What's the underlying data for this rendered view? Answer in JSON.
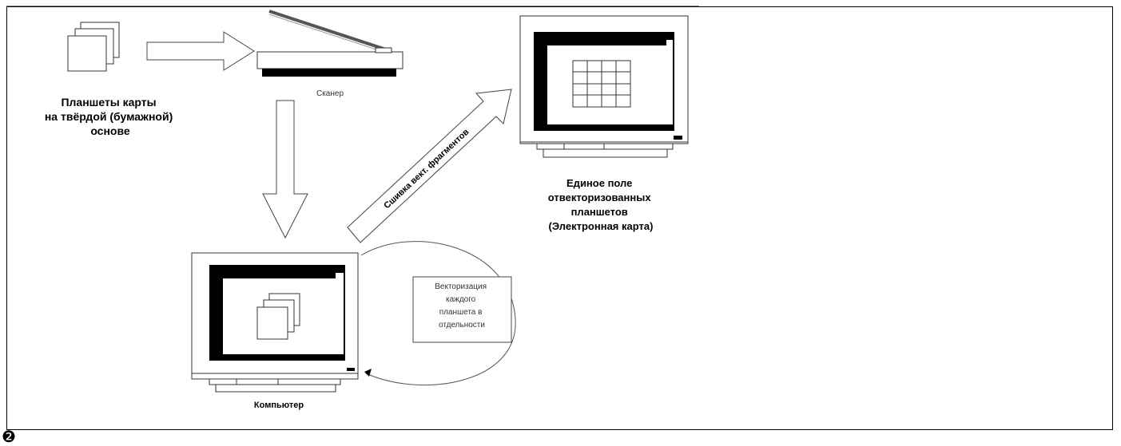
{
  "labels": {
    "source": [
      "Планшеты карты",
      "на твёрдой (бумажной)",
      "основе"
    ],
    "scanner": "Сканер",
    "computer": "Компьютер",
    "vectorization": [
      "Векторизация",
      "каждого",
      "планшета в",
      "отдельности"
    ],
    "stitch_arrow": "Сшивка вект. фрагментов",
    "result": [
      "Единое поле",
      "отвекторизованных",
      "планшетов",
      "(Электронная карта)"
    ]
  },
  "marker": "❷"
}
